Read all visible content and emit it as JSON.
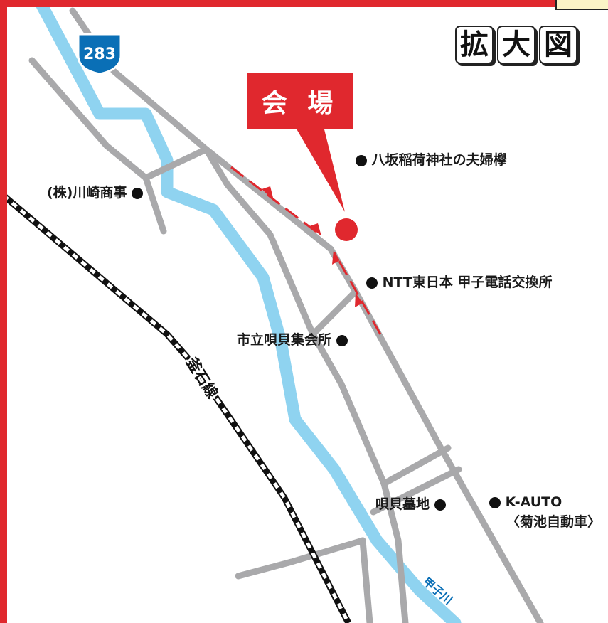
{
  "title_chars": [
    "拡",
    "大",
    "図"
  ],
  "venue_label": "会 場",
  "route_number": "283",
  "rail_label": "釜石線",
  "river_label": "甲子川",
  "landmarks": {
    "shrine": "八坂稲荷神社の夫婦欅",
    "kawasaki": "(株)川崎商事",
    "ntt": "NTT東日本 甲子電話交換所",
    "hall": "市立唄貝集会所",
    "cemetery": "唄貝墓地",
    "kauto_line1": "K-AUTO",
    "kauto_line2": "〈菊池自動車〉"
  },
  "colors": {
    "frame": "#e0282e",
    "road": "#a9a9ab",
    "river": "#8fd3f0",
    "route_shield": "#0a6fb6",
    "arrow": "#e0282e"
  },
  "icons": {
    "landmark": "black-dot-icon",
    "venue": "red-dot-icon",
    "route": "route-shield-icon"
  }
}
